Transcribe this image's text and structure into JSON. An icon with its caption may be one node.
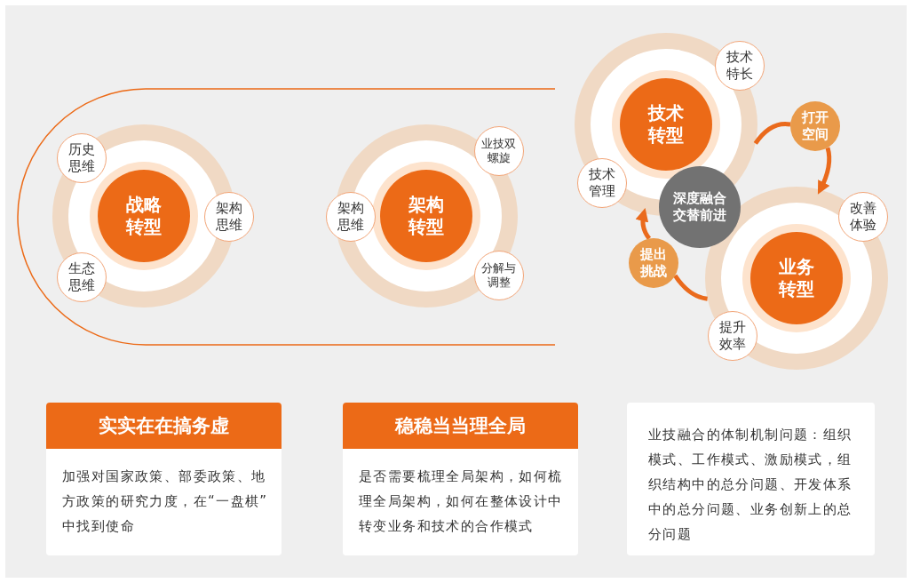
{
  "diagram": {
    "nodes": [
      {
        "text": [
          "战略转型"
        ]
      },
      {
        "text": [
          "历史思维"
        ],
        "in": 0
      },
      {
        "text": [
          "架构思维"
        ]
      },
      {
        "text": [
          "生态思维"
        ],
        "in": 0
      },
      {
        "text": [
          "架构转型"
        ]
      },
      {
        "text": [
          "架构思维"
        ]
      },
      {
        "text": [
          "业技双螺旋"
        ]
      },
      {
        "text": [
          "分解与调整"
        ]
      },
      {
        "text": [
          "技术转型"
        ]
      },
      {
        "text": [
          "技术特长"
        ]
      },
      {
        "text": [
          "技术管理"
        ],
        "in": 8
      },
      {
        "text": [
          "深度融合交替前进"
        ]
      },
      {
        "text": [
          "业务转型"
        ]
      },
      {
        "text": [
          "改善体验"
        ],
        "in": 12
      },
      {
        "text": [
          "提升效率"
        ],
        "in": 12
      },
      {
        "text": [
          "打开空间"
        ]
      },
      {
        "text": [
          "提出挑战"
        ]
      },
      {
        "text": [
          "实实在在搞务虚",
          "加强对国家政策、部委政策、地方政策的研究力度，在“一盘棋” 中找到使命"
        ]
      },
      {
        "text": [
          "稳稳当当理全局",
          "是否需要梳理全局架构，如何梳理全局架构，如何在整体设计中转变业务和技术的合作模式"
        ]
      },
      {
        "text": [
          "业技融合的体制机制问题：组织模式、工作模式、激励模式，组织结构中的总分问题、开发体系中的总分问题、业务创新上的总分问题"
        ]
      }
    ],
    "edges": [
      {
        "from": 8,
        "to": 15,
        "arrow": "none"
      },
      {
        "from": 15,
        "to": 12,
        "arrow": "to"
      },
      {
        "from": 12,
        "to": 16,
        "arrow": "none"
      },
      {
        "from": 16,
        "to": 8,
        "arrow": "to"
      }
    ]
  }
}
